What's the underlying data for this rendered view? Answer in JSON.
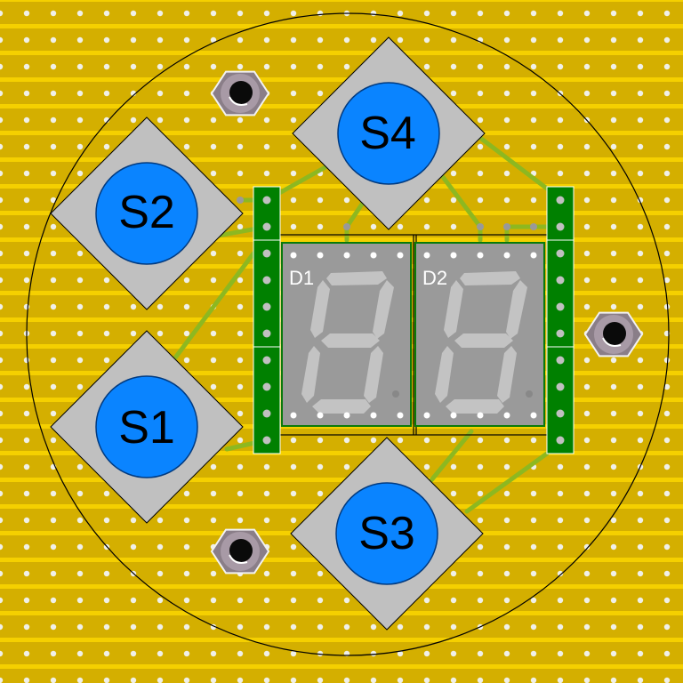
{
  "board": {
    "type": "stripboard",
    "strip_color": "#d4af00",
    "gap_color": "#f5d000",
    "hole_color": "#f0f0e8",
    "outline": "circle"
  },
  "switches": [
    {
      "id": "S1",
      "label": "S1"
    },
    {
      "id": "S2",
      "label": "S2"
    },
    {
      "id": "S3",
      "label": "S3"
    },
    {
      "id": "S4",
      "label": "S4"
    }
  ],
  "displays": [
    {
      "id": "D1",
      "label": "D1"
    },
    {
      "id": "D2",
      "label": "D2"
    }
  ],
  "headers": [
    {
      "name": "left-header",
      "segments": [
        2,
        4,
        4
      ]
    },
    {
      "name": "right-header",
      "segments": [
        2,
        4,
        4
      ]
    }
  ],
  "mounting_nuts": 3,
  "colors": {
    "switch_body": "#c0c0c0",
    "switch_button": "#0a84ff",
    "header": "#008000",
    "wire": "#8db820",
    "display": "#9a9a9a"
  }
}
